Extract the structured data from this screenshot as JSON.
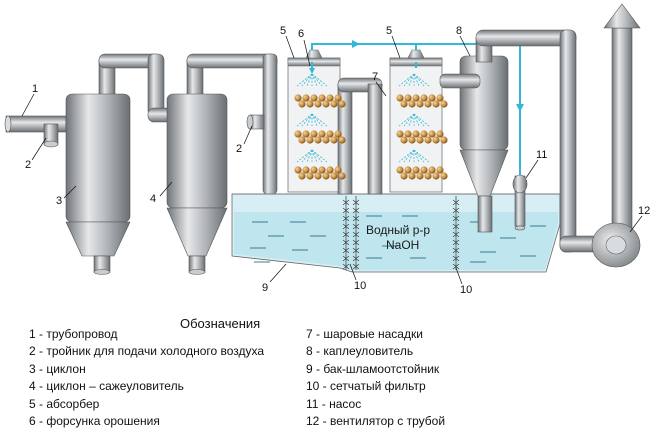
{
  "labels": {
    "n1": "1",
    "n2": "2",
    "n2b": "2",
    "n3": "3",
    "n4": "4",
    "n5a": "5",
    "n5b": "5",
    "n6": "6",
    "n7": "7",
    "n8": "8",
    "n9": "9",
    "n10a": "10",
    "n10b": "10",
    "n11": "11",
    "n12": "12"
  },
  "tank": {
    "line1": "Водный р-р",
    "line2": "NaOH"
  },
  "legend": {
    "title": "Обозначения",
    "left": [
      "1 - трубопровод",
      "2 - тройник для подачи холодного воздуха",
      "3 - циклон",
      "4 - циклон – сажеуловитель",
      "5 - абсорбер",
      "6 - форсунка орошения"
    ],
    "right": [
      "7 - шаровые насадки",
      "8 - каплеуловитель",
      "9 - бак-шламоотстойник",
      "10 - сетчатый фильтр",
      "11 - насос",
      "12 - вентилятор с трубой"
    ]
  },
  "colors": {
    "metal": "#9ea3a6",
    "water": "#bfe6ef",
    "irrigation": "#33b8d8",
    "balls": "#b57a2e"
  }
}
